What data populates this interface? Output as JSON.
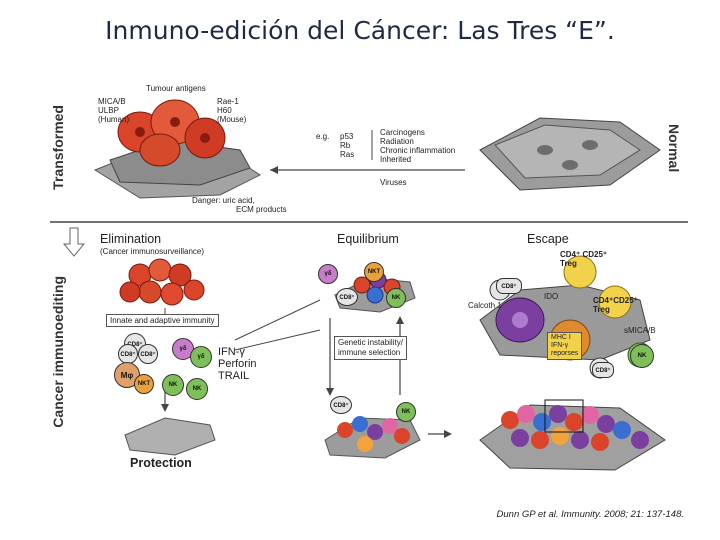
{
  "title": "Inmuno-edición del Cáncer: Las Tres “E”.",
  "labels": {
    "transformed": "Transformed",
    "normal": "Normal",
    "cancer_immunoediting": "Cancer immunoediting",
    "tumour_antigens": "Tumour antigens",
    "human_ligands": "MICA/B\nULBP\n(Human)",
    "mouse_ligands": "Rae-1\nH60\n(Mouse)",
    "danger": "Danger: uric acid,",
    "ecm": "ECM products",
    "eg": "e.g.",
    "genes": "p53\nRb\nRas",
    "causes": "Carcinogens\nRadiation\nChronic inflammation\nInherited",
    "viruses": "Viruses",
    "elimination": "Elimination",
    "elimination_sub": "(Cancer immunosurveillance)",
    "innate": "Innate and adaptive immunity",
    "effectors": "IFN-γ\nPerforin\nTRAIL",
    "protection": "Protection",
    "equilibrium": "Equilibrium",
    "genetic": "Genetic instability/\nimmune selection",
    "escape": "Escape",
    "ido": "IDO",
    "calcoth": "Calcoth 1",
    "smica": "sMICA/B",
    "mhc": "MHC I\nIFN-γ\nreporses",
    "treg1": "CD4⁺ CD25⁺\nTreg",
    "treg2": "CD4⁺CD25⁺\nTreg"
  },
  "cells": {
    "cd8": "CD8⁺",
    "nk": "NK",
    "nkt": "NKT",
    "gd": "γδ",
    "mphi": "Mφ"
  },
  "citation": "Dunn GP et al. Immunity. 2008; 21: 137-148.",
  "colors": {
    "tumor": "#d9442b",
    "tissue": "#9a9a9a",
    "cd8": "#e5e5e5",
    "nk": "#7fbf5a",
    "nkt": "#e9a23b",
    "gd": "#c77dc9",
    "mphi": "#e0a06a",
    "treg": "#f2d24a",
    "purple": "#7b3fa0"
  }
}
